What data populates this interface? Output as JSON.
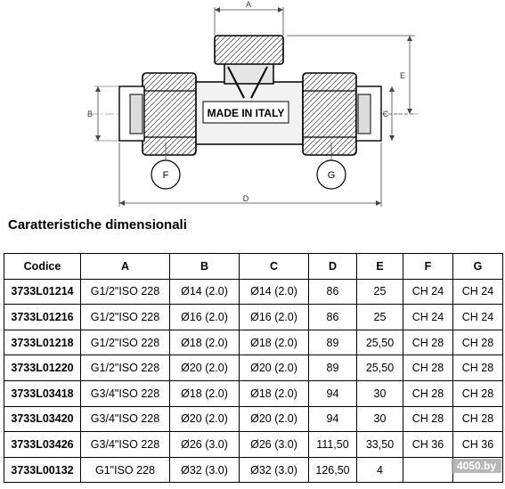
{
  "drawing": {
    "dimension_labels": {
      "a": "A",
      "b": "B",
      "c": "C",
      "d": "D",
      "e": "E",
      "f": "F",
      "g": "G"
    },
    "stamp_text": "MADE IN ITALY"
  },
  "heading": "Caratteristiche dimensionali",
  "table": {
    "headers": [
      "Codice",
      "A",
      "B",
      "C",
      "D",
      "E",
      "F",
      "G"
    ],
    "rows": [
      [
        "3733L01214",
        "G1/2\"ISO 228",
        "Ø14 (2.0)",
        "Ø14 (2.0)",
        "86",
        "25",
        "CH 24",
        "CH 24"
      ],
      [
        "3733L01216",
        "G1/2\"ISO 228",
        "Ø16 (2.0)",
        "Ø16 (2.0)",
        "86",
        "25",
        "CH 24",
        "CH 24"
      ],
      [
        "3733L01218",
        "G1/2\"ISO 228",
        "Ø18 (2.0)",
        "Ø18 (2.0)",
        "89",
        "25,50",
        "CH 28",
        "CH 28"
      ],
      [
        "3733L01220",
        "G1/2\"ISO 228",
        "Ø20 (2.0)",
        "Ø20 (2.0)",
        "89",
        "25,50",
        "CH 28",
        "CH 28"
      ],
      [
        "3733L03418",
        "G3/4\"ISO 228",
        "Ø18 (2.0)",
        "Ø18 (2.0)",
        "94",
        "30",
        "CH 28",
        "CH 28"
      ],
      [
        "3733L03420",
        "G3/4\"ISO 228",
        "Ø20 (2.0)",
        "Ø20 (2.0)",
        "94",
        "30",
        "CH 28",
        "CH 28"
      ],
      [
        "3733L03426",
        "G3/4\"ISO 228",
        "Ø26 (3.0)",
        "Ø26 (3.0)",
        "111,50",
        "33,50",
        "CH 36",
        "CH 36"
      ],
      [
        "3733L00132",
        "G1\"ISO 228",
        "Ø32 (3.0)",
        "Ø32 (3.0)",
        "126,50",
        "4",
        "",
        ""
      ]
    ]
  },
  "watermark": "4050.by"
}
